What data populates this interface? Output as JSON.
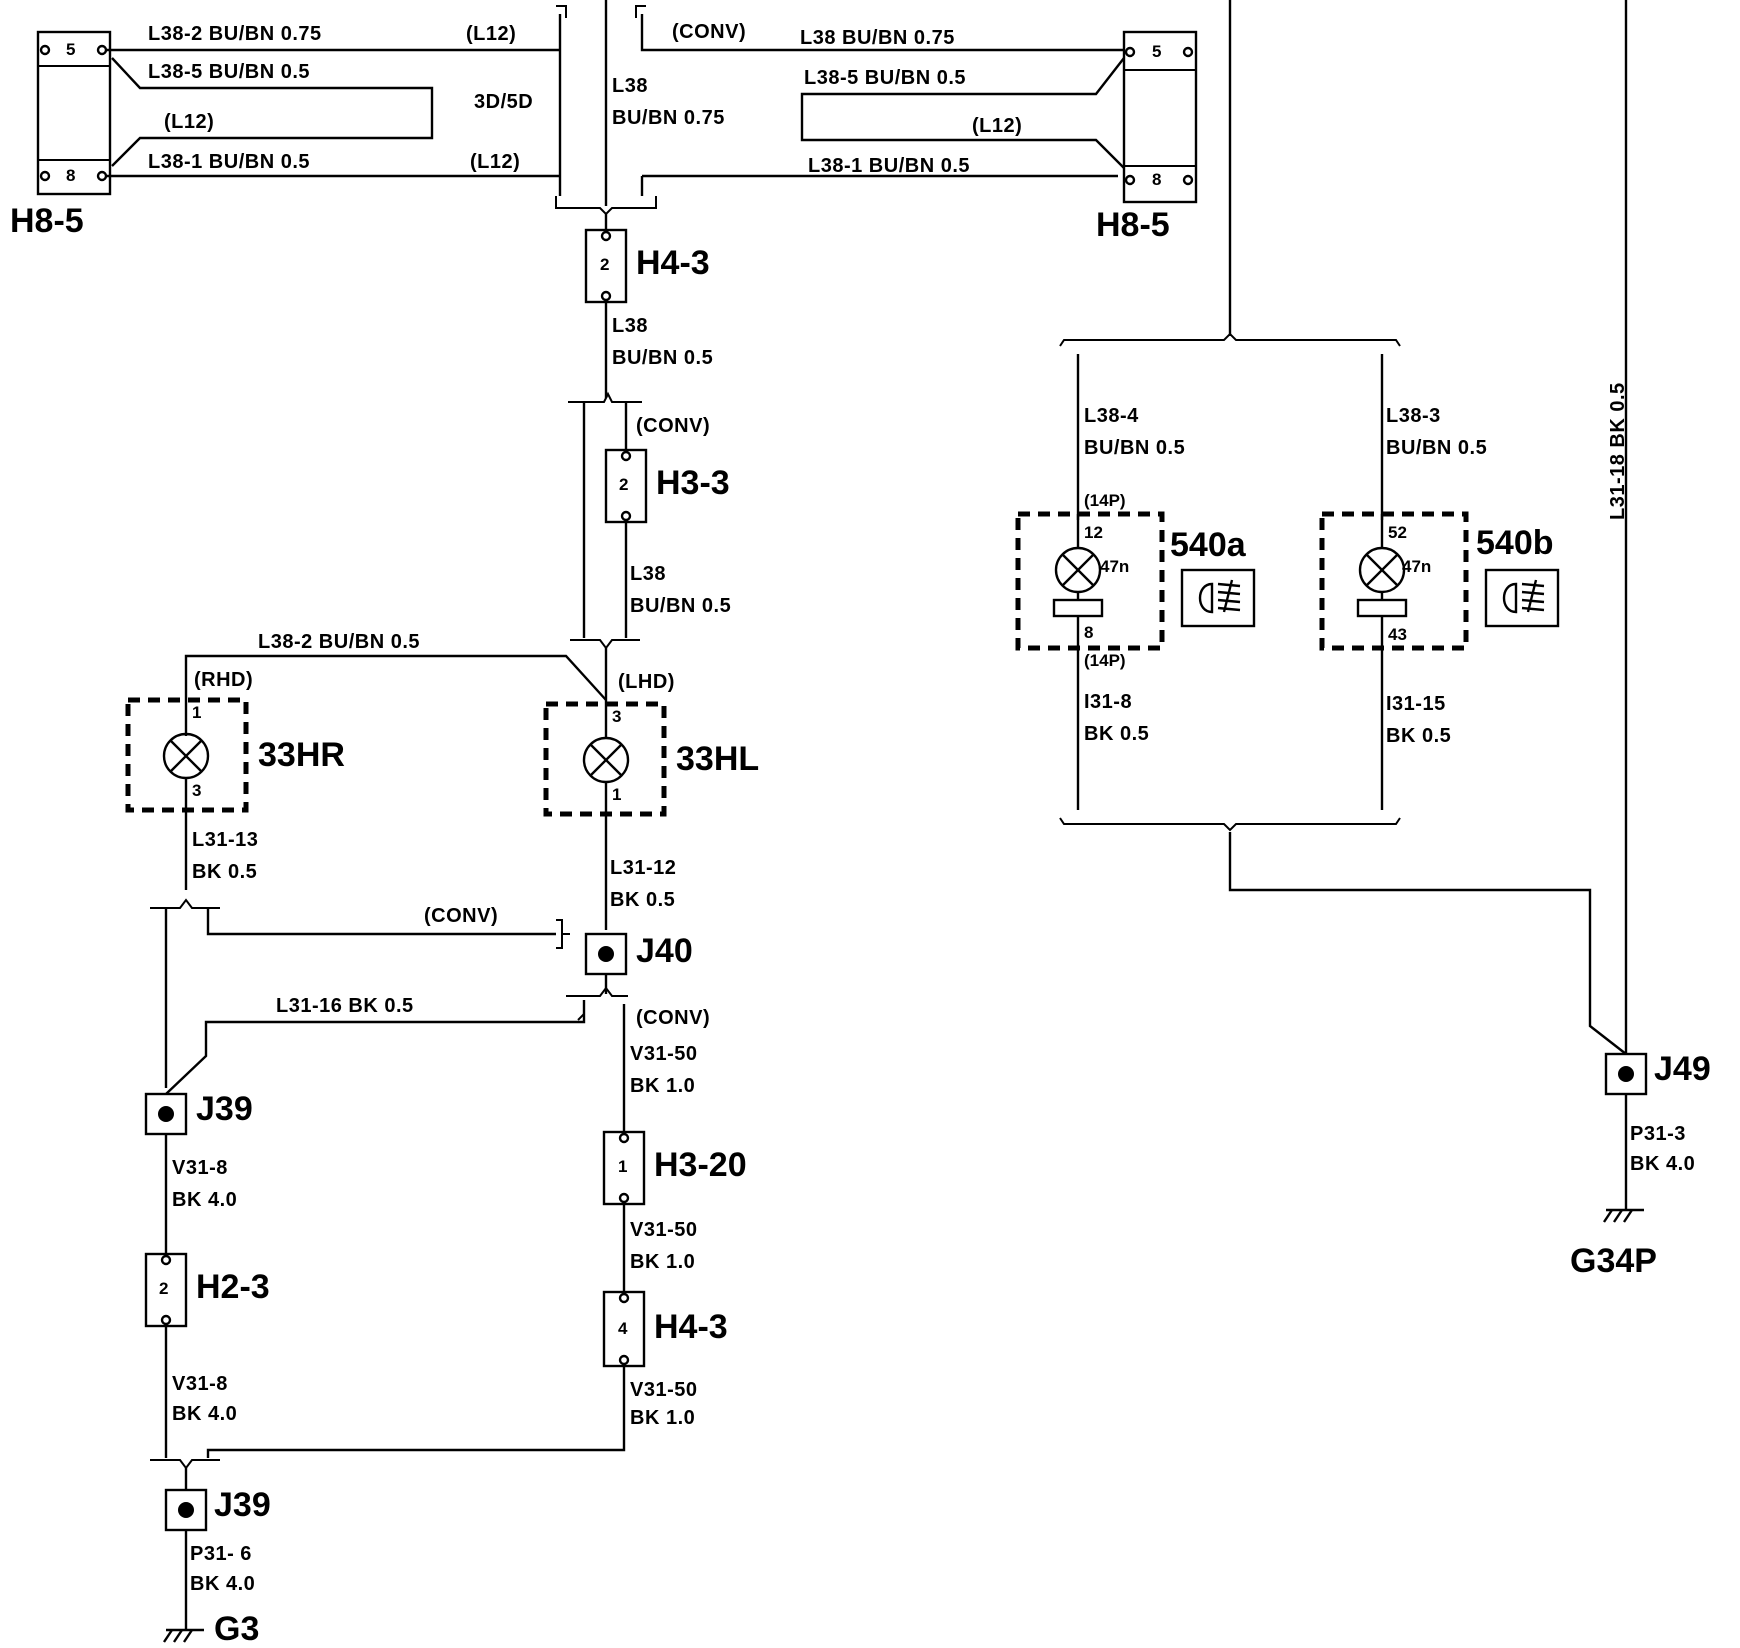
{
  "connectors": {
    "h8_5_left": {
      "name": "H8-5",
      "pin_top": "5",
      "pin_bottom": "8"
    },
    "h8_5_right": {
      "name": "H8-5",
      "pin_top": "5",
      "pin_bottom": "8"
    },
    "h4_3_top": {
      "name": "H4-3",
      "pin": "2"
    },
    "h3_3": {
      "name": "H3-3",
      "pin": "2"
    },
    "h3_20": {
      "name": "H3-20",
      "pin": "1"
    },
    "h4_3_bottom": {
      "name": "H4-3",
      "pin": "4"
    },
    "h2_3": {
      "name": "H2-3",
      "pin": "2"
    }
  },
  "splices": {
    "j40": "J40",
    "j39_upper": "J39",
    "j39_lower": "J39",
    "j49": "J49"
  },
  "grounds": {
    "g3": "G3",
    "g34p": "G34P"
  },
  "lamps": {
    "l33hr": {
      "name": "33HR",
      "variant": "(RHD)",
      "pin_top": "1",
      "pin_bottom": "3"
    },
    "l33hl": {
      "name": "33HL",
      "variant": "(LHD)",
      "pin_top": "3",
      "pin_bottom": "1"
    },
    "l540a": {
      "name": "540a",
      "pin_top": "12",
      "pin_bottom": "8",
      "resistor": "47n",
      "conn_top": "(14P)",
      "conn_bottom": "(14P)"
    },
    "l540b": {
      "name": "540b",
      "pin_top": "52",
      "pin_bottom": "43",
      "resistor": "47n"
    }
  },
  "variant_tags": {
    "conv_top": "(CONV)",
    "l12_a": "(L12)",
    "l12_b": "(L12)",
    "l12_c": "(L12)",
    "l12_d": "(L12)",
    "conv_h33": "(CONV)",
    "conv_j40": "(CONV)",
    "conv_v31": "(CONV)",
    "body_style": "3D/5D"
  },
  "wires": {
    "l38_2_top": "L38-2  BU/BN  0.75",
    "l38_5_left": "L38-5   BU/BN  0.5",
    "l38_1_left": "L38-1   BU/BN  0.5",
    "l38_top_right": "L38   BU/BN  0.75",
    "l38_5_right": "L38-5   BU/BN  0.5",
    "l38_1_right": "L38-1   BU/BN  0.5",
    "l38_mid_id": "L38",
    "l38_mid_spec": "BU/BN  0.75",
    "l38_h43_id": "L38",
    "l38_h43_spec": "BU/BN  0.5",
    "l38_h33_id": "L38",
    "l38_h33_spec": "BU/BN  0.5",
    "l38_2_lamp": "L38-2   BU/BN  0.5",
    "l31_13_id": "L31-13",
    "l31_13_spec": "BK  0.5",
    "l31_12_id": "L31-12",
    "l31_12_spec": "BK  0.5",
    "l31_16": "L31-16   BK  0.5",
    "v31_50_a_id": "V31-50",
    "v31_50_a_spec": "BK  1.0",
    "v31_50_b_id": "V31-50",
    "v31_50_b_spec": "BK  1.0",
    "v31_50_c_id": "V31-50",
    "v31_50_c_spec": "BK  1.0",
    "v31_8_a_id": "V31-8",
    "v31_8_a_spec": "BK  4.0",
    "v31_8_b_id": "V31-8",
    "v31_8_b_spec": "BK  4.0",
    "p31_6_id": "P31- 6",
    "p31_6_spec": "BK  4.0",
    "l38_4_id": "L38-4",
    "l38_4_spec": "BU/BN  0.5",
    "l38_3_id": "L38-3",
    "l38_3_spec": "BU/BN  0.5",
    "i31_8_id": "I31-8",
    "i31_8_spec": "BK  0.5",
    "i31_15_id": "I31-15",
    "i31_15_spec": "BK  0.5",
    "l31_18_vertical": "L31-18   BK  0.5",
    "p31_3_id": "P31-3",
    "p31_3_spec": "BK  4.0"
  },
  "icons": [
    "fog-lamp-icon",
    "lamp-bulb-icon",
    "ground-symbol-icon",
    "splice-icon"
  ]
}
